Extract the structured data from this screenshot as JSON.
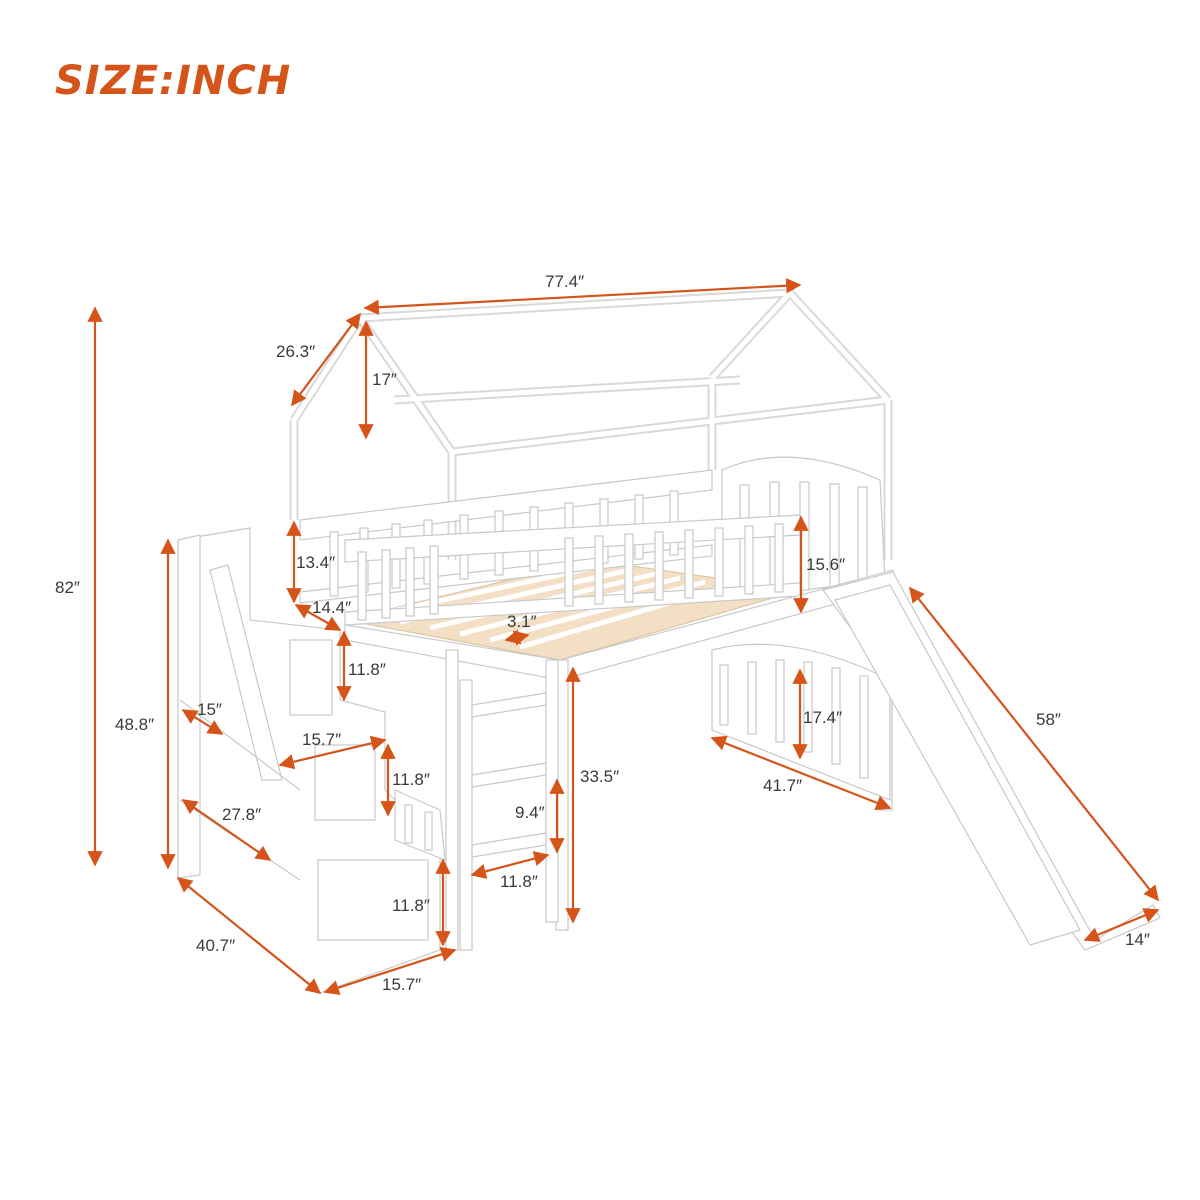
{
  "title": "SIZE:INCH",
  "colors": {
    "accent": "#d4541a",
    "frame": "#ffffff",
    "frame_edge": "#c9c9c9",
    "slat": "#f2dfc4",
    "text": "#3a3a3a"
  },
  "dimensions": {
    "total_length": "77.4″",
    "roof_depth": "26.3″",
    "roof_height": "17″",
    "total_height": "82″",
    "rail_height_left": "13.4″",
    "rail_height_right": "15.6″",
    "rail_gap": "14.4″",
    "slat_gap": "3.1″",
    "stair_height": "48.8″",
    "step_height_top": "11.8″",
    "step_height_mid": "11.8″",
    "step_height_bottom": "11.8″",
    "step_depth": "15″",
    "step_width_mid": "15.7″",
    "step_width_bottom": "15.7″",
    "stair_run": "27.8″",
    "stair_base_depth": "40.7″",
    "clearance_height": "33.5″",
    "ladder_rung_gap": "9.4″",
    "ladder_width": "11.8″",
    "guard_height": "17.4″",
    "guard_length": "41.7″",
    "slide_length": "58″",
    "slide_width": "14″"
  }
}
